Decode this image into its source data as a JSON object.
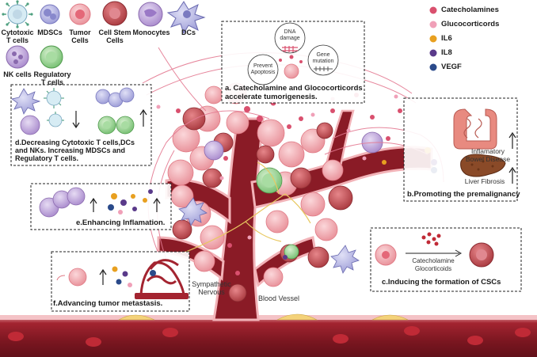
{
  "cell_legend": {
    "cytotoxic_t": "Cytotoxic\nT cells",
    "mdscs": "MDSCs",
    "tumor": "Tumor\nCells",
    "stem": "Cell Stem\nCells",
    "monocytes": "Monocytes",
    "dcs": "DCs",
    "nk": "NK cells",
    "regulatory_t": "Regulatory\nT cells"
  },
  "molecule_legend": [
    {
      "label": "Catecholamines",
      "color": "#d9506e"
    },
    {
      "label": "Glucocorticords",
      "color": "#f0a0b8"
    },
    {
      "label": "IL6",
      "color": "#e8a020"
    },
    {
      "label": "IL8",
      "color": "#5a3a8a"
    },
    {
      "label": "VEGF",
      "color": "#2a4a8a"
    }
  ],
  "box_a": {
    "title": "a. Catecholamine and Glococorticords\naccelerate  tumorigenesis.",
    "dna_damage": "DNA\ndamage",
    "prevent_apoptosis": "Prevent\nApoptosis",
    "gene_mutation": "Gene\nmutation"
  },
  "box_b": {
    "title": "b.Promoting the premalignancy",
    "ibd": "Inflamatory\nBowel Disease",
    "liver": "Liver Fibrosis"
  },
  "box_c": {
    "title": "c.Inducing  the formation of CSCs",
    "catecholamine": "Catecholamine",
    "glucocorticoids": "Glocorticoids"
  },
  "box_d": {
    "title": "d.Decreasing  Cytotoxic T cells,DCs\nand NKs.  Increasing  MDSCs and\nRegulatory T cells."
  },
  "box_e": {
    "title": "e.Enhancing Inflamation."
  },
  "box_f": {
    "title": "f.Advancing tumor metastasis."
  },
  "labels": {
    "sympathetic": "Sympathetic\nNervous",
    "blood_vessel": "Blood Vessel"
  },
  "colors": {
    "vessel_dark": "#7a1620",
    "vessel_mid": "#a32430",
    "vessel_light": "#f2b3b8",
    "tumor": "#f0a0a8",
    "stem": "#c4585e",
    "monocyte": "#b99ad6",
    "t_cell": "#8fd08a",
    "nerve": "#e8c860"
  }
}
